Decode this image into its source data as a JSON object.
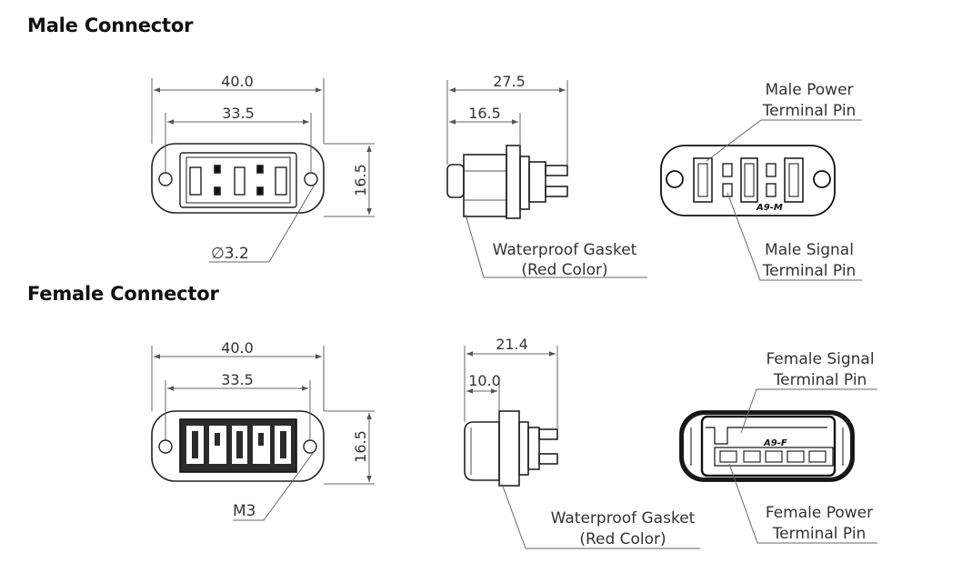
{
  "male": {
    "title": "Male Connector",
    "front": {
      "overall_width": "40.0",
      "hole_spacing": "33.5",
      "height": "16.5",
      "hole": "∅3.2"
    },
    "side": {
      "overall_depth": "27.5",
      "flange_depth": "16.5",
      "gasket_label_1": "Waterproof Gasket",
      "gasket_label_2": "(Red Color)"
    },
    "rear": {
      "power_label_1": "Male Power",
      "power_label_2": "Terminal Pin",
      "signal_label_1": "Male Signal",
      "signal_label_2": "Terminal Pin",
      "model_mark": "A9-M"
    }
  },
  "female": {
    "title": "Female Connector",
    "front": {
      "overall_width": "40.0",
      "hole_spacing": "33.5",
      "height": "16.5",
      "hole": "M3"
    },
    "side": {
      "overall_depth": "21.4",
      "flange_depth": "10.0",
      "gasket_label_1": "Waterproof Gasket",
      "gasket_label_2": "(Red Color)"
    },
    "rear": {
      "signal_label_1": "Female Signal",
      "signal_label_2": "Terminal Pin",
      "power_label_1": "Female Power",
      "power_label_2": "Terminal Pin",
      "model_mark": "A9-F"
    }
  },
  "colors": {
    "line": "#222222",
    "dim": "#666666",
    "text": "#333333"
  }
}
